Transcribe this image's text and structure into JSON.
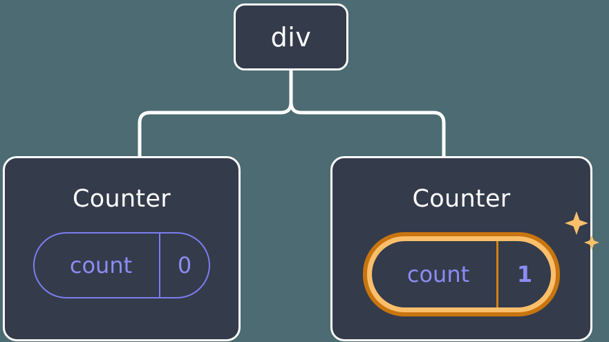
{
  "diagram": {
    "type": "component-tree",
    "background_color": "#4c6b72",
    "node_fill": "#343b4b",
    "node_border": "#ffffff",
    "accent_state": "#8b8df3",
    "accent_highlight_outer": "#c8750f",
    "accent_highlight_inner": "#fbbf6b",
    "root": {
      "label": "div"
    },
    "children": [
      {
        "title": "Counter",
        "state": {
          "key": "count",
          "value": "0"
        },
        "highlighted": "false"
      },
      {
        "title": "Counter",
        "state": {
          "key": "count",
          "value": "1"
        },
        "highlighted": "true",
        "sparkle_count": "2"
      }
    ]
  }
}
